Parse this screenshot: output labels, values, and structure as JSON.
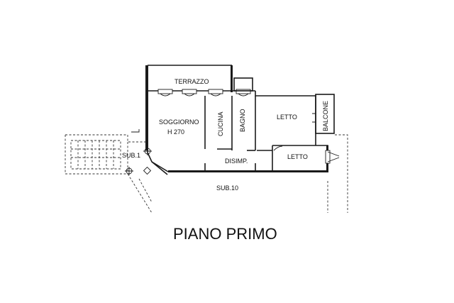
{
  "plan": {
    "title": "PIANO PRIMO",
    "rooms": {
      "terrazzo": "TERRAZZO",
      "soggiorno": "SOGGIORNO",
      "soggiorno_height": "H 270",
      "cucina": "CUCINA",
      "bagno": "BAGNO",
      "letto_1": "LETTO",
      "letto_2": "LETTO",
      "balcone": "BALCONE",
      "disimpegno": "DISIMP.",
      "sub_1": "SUB.1",
      "sub_10": "SUB.10"
    }
  }
}
